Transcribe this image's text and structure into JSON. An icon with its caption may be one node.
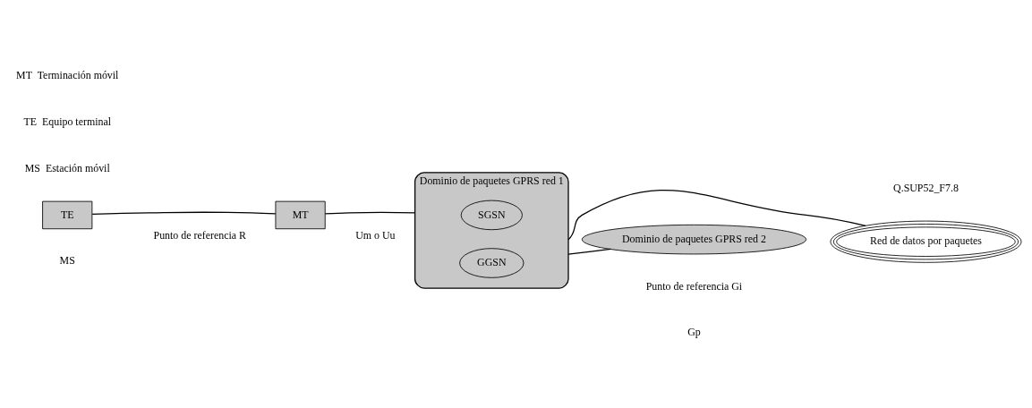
{
  "diagram": {
    "nodes": [
      {
        "text": [
          "TE"
        ]
      },
      {
        "text": [
          "MT"
        ]
      },
      {
        "text": [
          "Dominio de paquetes GPRS red 1"
        ]
      },
      {
        "text": [
          "SGSN"
        ],
        "in": 2
      },
      {
        "text": [
          "GGSN"
        ],
        "in": 2
      },
      {
        "text": [
          "Red de datos por paquetes"
        ]
      },
      {
        "text": [
          "Dominio de paquetes GPRS red 2"
        ]
      }
    ],
    "edges": [
      {
        "from": 0,
        "to": 1,
        "arrow": "none"
      },
      {
        "from": 1,
        "to": 2,
        "arrow": "none"
      },
      {
        "from": 2,
        "to": 5,
        "arrow": "none"
      },
      {
        "from": 2,
        "to": 6,
        "arrow": "none"
      }
    ],
    "labels": [
      "Punto de referencia R",
      "Um o Uu",
      "Punto de referencia Gi",
      "MS",
      "Gp",
      "MS  Estación móvil",
      "TE  Equipo terminal",
      "MT  Terminación móvil",
      "Q.SUP52_F7.8"
    ]
  }
}
